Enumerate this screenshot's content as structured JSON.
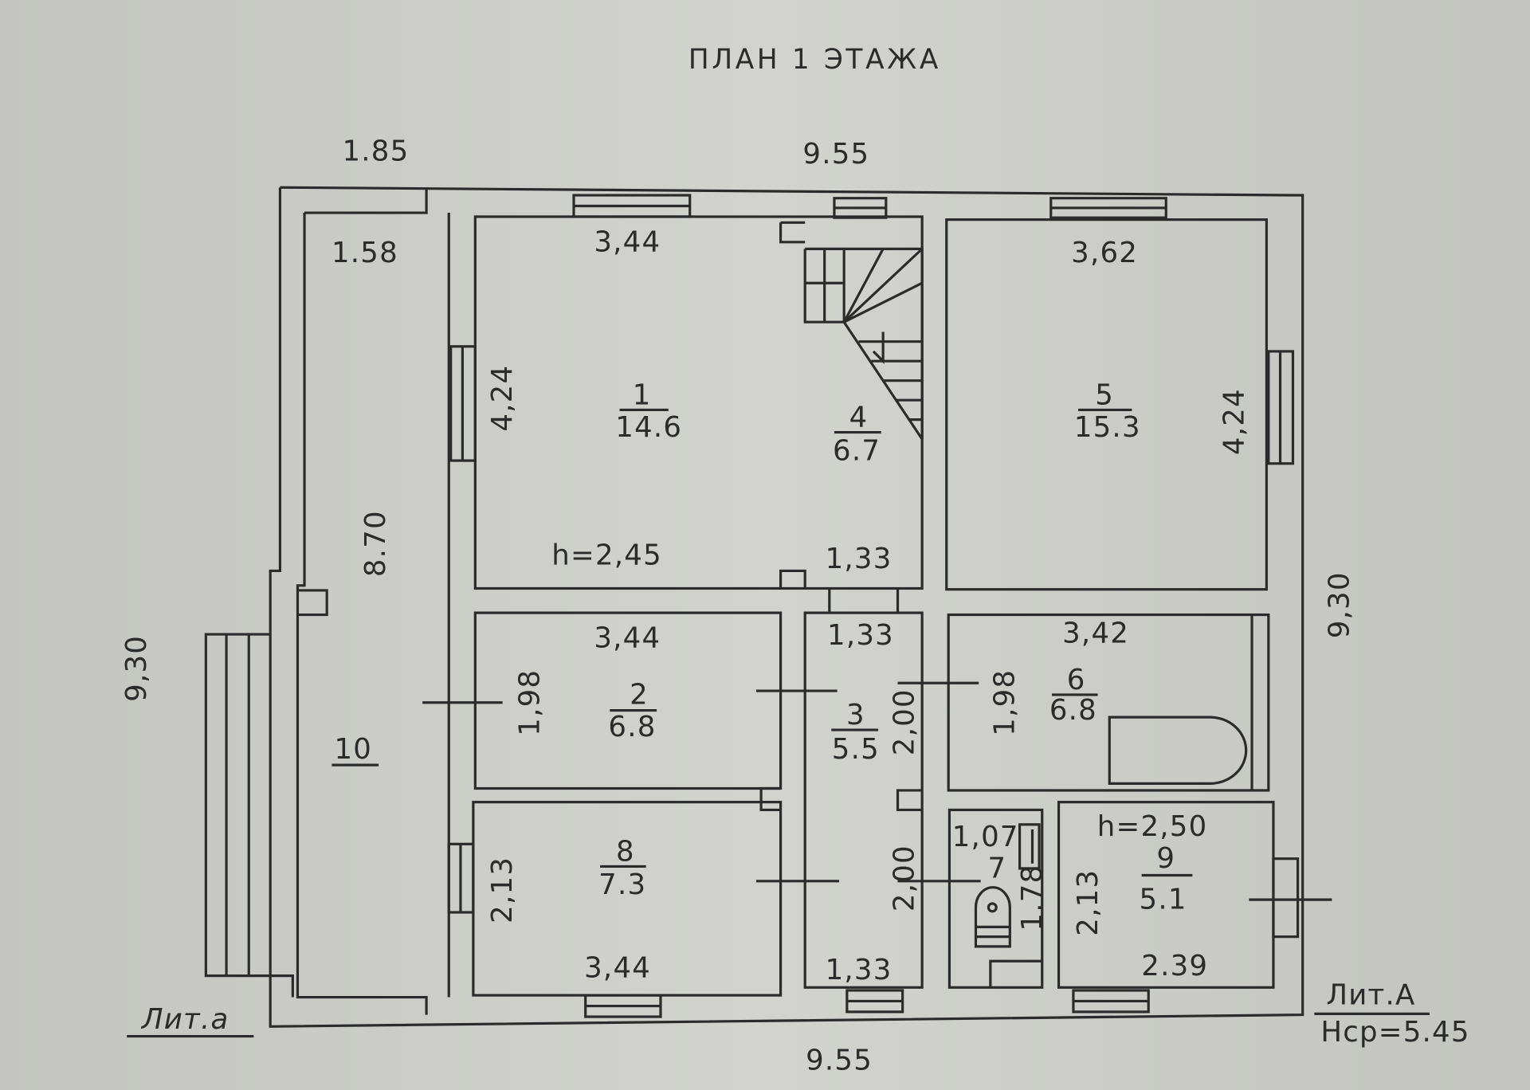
{
  "title": "ПЛАН 1 ЭТАЖА",
  "dimensions": {
    "top_left": "1.85",
    "top_total": "9.55",
    "bottom_total": "9.55",
    "left_total": "9,30",
    "right_total": "9,30",
    "room10_width": "1.58",
    "room10_length": "8.70",
    "room1_width": "3,44",
    "room1_depth": "4,24",
    "room1_height": "h=2,45",
    "room4_width": "1,33",
    "room5_width": "3,62",
    "room5_depth": "4,24",
    "room2_width": "3,44",
    "room2_depth": "1,98",
    "room3_width": "1,33",
    "room3_depth_upper": "2,00",
    "room3_depth_lower": "2,00",
    "room3_width_bottom": "1,33",
    "room6_width": "3,42",
    "room6_depth": "1,98",
    "room8_width": "3,44",
    "room8_depth": "2,13",
    "room7_width": "1,07",
    "room7_depth": "1.78",
    "room9_height": "h=2,50",
    "room9_depth": "2,13",
    "room9_width": "2.39"
  },
  "rooms": [
    {
      "number": "1",
      "area": "14.6"
    },
    {
      "number": "2",
      "area": "6.8"
    },
    {
      "number": "3",
      "area": "5.5"
    },
    {
      "number": "4",
      "area": "6.7"
    },
    {
      "number": "5",
      "area": "15.3"
    },
    {
      "number": "6",
      "area": "6.8"
    },
    {
      "number": "7",
      "area": ""
    },
    {
      "number": "8",
      "area": "7.3"
    },
    {
      "number": "9",
      "area": "5.1"
    },
    {
      "number": "10",
      "area": ""
    }
  ],
  "labels": {
    "lit_small": "Лит.а",
    "lit_main": "Лит.А",
    "avg_height": "Нср=5.45"
  }
}
